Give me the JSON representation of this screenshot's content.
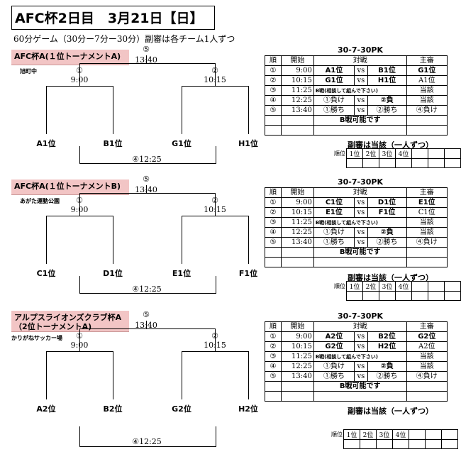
{
  "header": {
    "title": "AFC杯2日目　3月21日【日】",
    "subtitle": "60分ゲーム（30分ー7分ー30分）副審は各チーム1人ずつ"
  },
  "labels": {
    "vs": "vs",
    "rank_label": "順位",
    "ranks": [
      "1位",
      "2位",
      "3位",
      "4位"
    ],
    "cols": {
      "no": "順",
      "start": "開始",
      "match": "対戦",
      "referee": "主審"
    }
  },
  "blocks": [
    {
      "title": [
        "AFC杯A(１位トーナメントA)"
      ],
      "venue": "旭町中",
      "rounds": {
        "final": "⑤",
        "final_time": "13:40",
        "r1": "①",
        "r1_time": "9:00",
        "r2": "②",
        "r2_time": "10:15",
        "third": "④12:25"
      },
      "teams": [
        "A1位",
        "B1位",
        "G1位",
        "H1位"
      ],
      "pk": "30-7-30PK",
      "rows": [
        {
          "no": "①",
          "time": "9:00",
          "home": "A1位",
          "vs": "vs",
          "away": "B1位",
          "ref": "G1位"
        },
        {
          "no": "②",
          "time": "10:15",
          "home": "G1位",
          "vs": "vs",
          "away": "H1位",
          "ref": "A1位"
        },
        {
          "no": "③",
          "time": "11:25",
          "note": "B戦(相談して組んで下さい)",
          "ref": "当該"
        },
        {
          "no": "④",
          "time": "12:25",
          "home": "①負け",
          "vs": "vs",
          "away": "②負",
          "ref": "当該"
        },
        {
          "no": "⑤",
          "time": "13:40",
          "home": "①勝ち",
          "vs": "vs",
          "away": "②勝ち",
          "ref": "④負け"
        }
      ],
      "b_note": "B戦可能です",
      "sub_ref": "副審は当該（一人ずつ）"
    },
    {
      "title": [
        "AFC杯A(１位トーナメントB)"
      ],
      "venue": "あがた運動公園",
      "rounds": {
        "final": "⑤",
        "final_time": "13:40",
        "r1": "①",
        "r1_time": "9:00",
        "r2": "②",
        "r2_time": "10:15",
        "third": "④12:25"
      },
      "teams": [
        "C1位",
        "D1位",
        "E1位",
        "F1位"
      ],
      "pk": "30-7-30PK",
      "rows": [
        {
          "no": "①",
          "time": "9:00",
          "home": "C1位",
          "vs": "vs",
          "away": "D1位",
          "ref": "E1位"
        },
        {
          "no": "②",
          "time": "10:15",
          "home": "E1位",
          "vs": "vs",
          "away": "F1位",
          "ref": "C1位"
        },
        {
          "no": "③",
          "time": "11:25",
          "note": "B戦(相談して組んで下さい)",
          "ref": "当該"
        },
        {
          "no": "④",
          "time": "12:25",
          "home": "①負け",
          "vs": "vs",
          "away": "②負",
          "ref": "当該"
        },
        {
          "no": "⑤",
          "time": "13:40",
          "home": "①勝ち",
          "vs": "vs",
          "away": "②勝ち",
          "ref": "④負け"
        }
      ],
      "b_note": "B戦可能です",
      "sub_ref": "副審は当該（一人ずつ）"
    },
    {
      "title": [
        "アルプスライオンズクラブ杯A",
        "（2位トーナメントA)"
      ],
      "venue": "かりがねサッカー場",
      "rounds": {
        "final": "⑤",
        "final_time": "13:40",
        "r1": "①",
        "r1_time": "9:00",
        "r2": "②",
        "r2_time": "10:15",
        "third": "④12:25"
      },
      "teams": [
        "A2位",
        "B2位",
        "G2位",
        "H2位"
      ],
      "pk": "30-7-30PK",
      "rows": [
        {
          "no": "①",
          "time": "9:00",
          "home": "A2位",
          "vs": "vs",
          "away": "B2位",
          "ref": "G2位"
        },
        {
          "no": "②",
          "time": "10:15",
          "home": "G2位",
          "vs": "vs",
          "away": "H2位",
          "ref": "A2位"
        },
        {
          "no": "③",
          "time": "11:25",
          "note": "B戦(相談して組んで下さい)",
          "ref": "当該"
        },
        {
          "no": "④",
          "time": "12:25",
          "home": "①負け",
          "vs": "vs",
          "away": "②負",
          "ref": "当該"
        },
        {
          "no": "⑤",
          "time": "13:40",
          "home": "①勝ち",
          "vs": "vs",
          "away": "②勝ち",
          "ref": "④負け"
        }
      ],
      "b_note": "B戦可能です",
      "sub_ref": "副審は当該（一人ずつ）"
    }
  ]
}
